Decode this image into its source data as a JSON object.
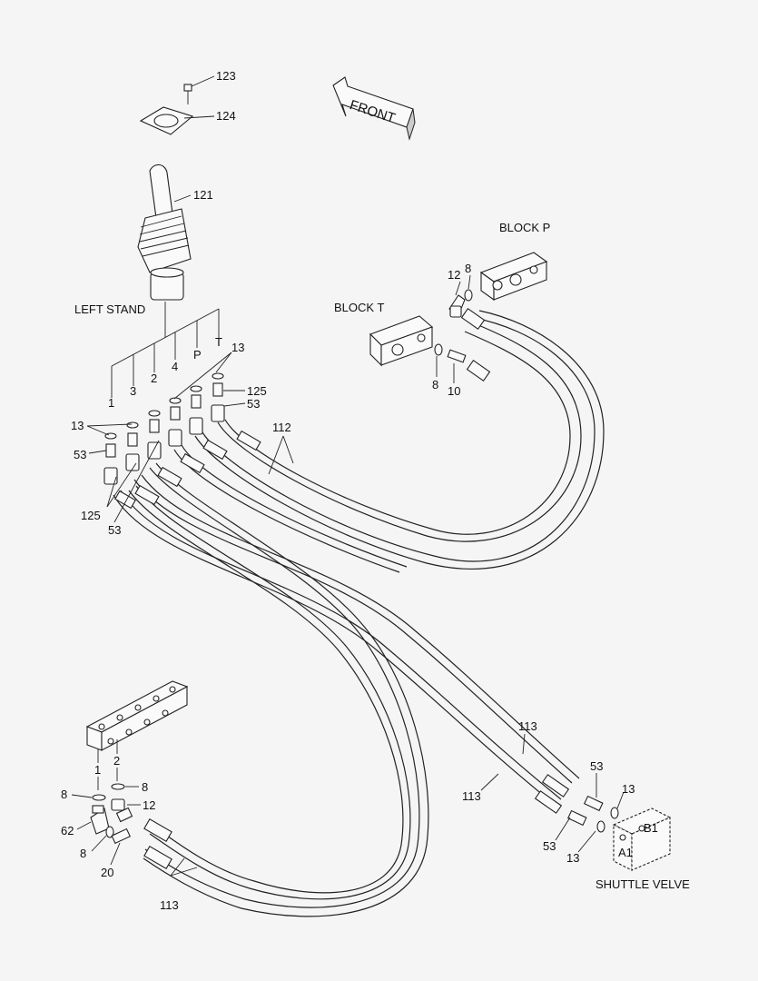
{
  "diagram": {
    "labels": {
      "p123": "123",
      "p124": "124",
      "front": "FRONT",
      "p121": "121",
      "left_stand": "LEFT STAND",
      "block_p": "BLOCK P",
      "block_t": "BLOCK T",
      "bp_12": "12",
      "bp_8": "8",
      "bt_8": "8",
      "bt_10": "10",
      "port_1": "1",
      "port_3": "3",
      "port_2": "2",
      "port_4": "4",
      "port_p": "P",
      "port_t": "T",
      "js_13_top": "13",
      "js_125_top": "125",
      "js_53_top": "53",
      "js_13_left": "13",
      "js_53_left": "53",
      "js_125_bottom": "125",
      "js_53_bottom": "53",
      "p112": "112",
      "mf_1": "1",
      "mf_2": "2",
      "mf_8a": "8",
      "mf_8b": "8",
      "mf_62": "62",
      "mf_12": "12",
      "mf_8c": "8",
      "mf_20": "20",
      "p113_bottom": "113",
      "p113_right_top": "113",
      "p113_right": "113",
      "sv_53_top": "53",
      "sv_13_top": "13",
      "sv_53_bottom": "53",
      "sv_13_bottom": "13",
      "sv_b1": "B1",
      "sv_a1": "A1",
      "shuttle": "SHUTTLE VELVE"
    }
  }
}
